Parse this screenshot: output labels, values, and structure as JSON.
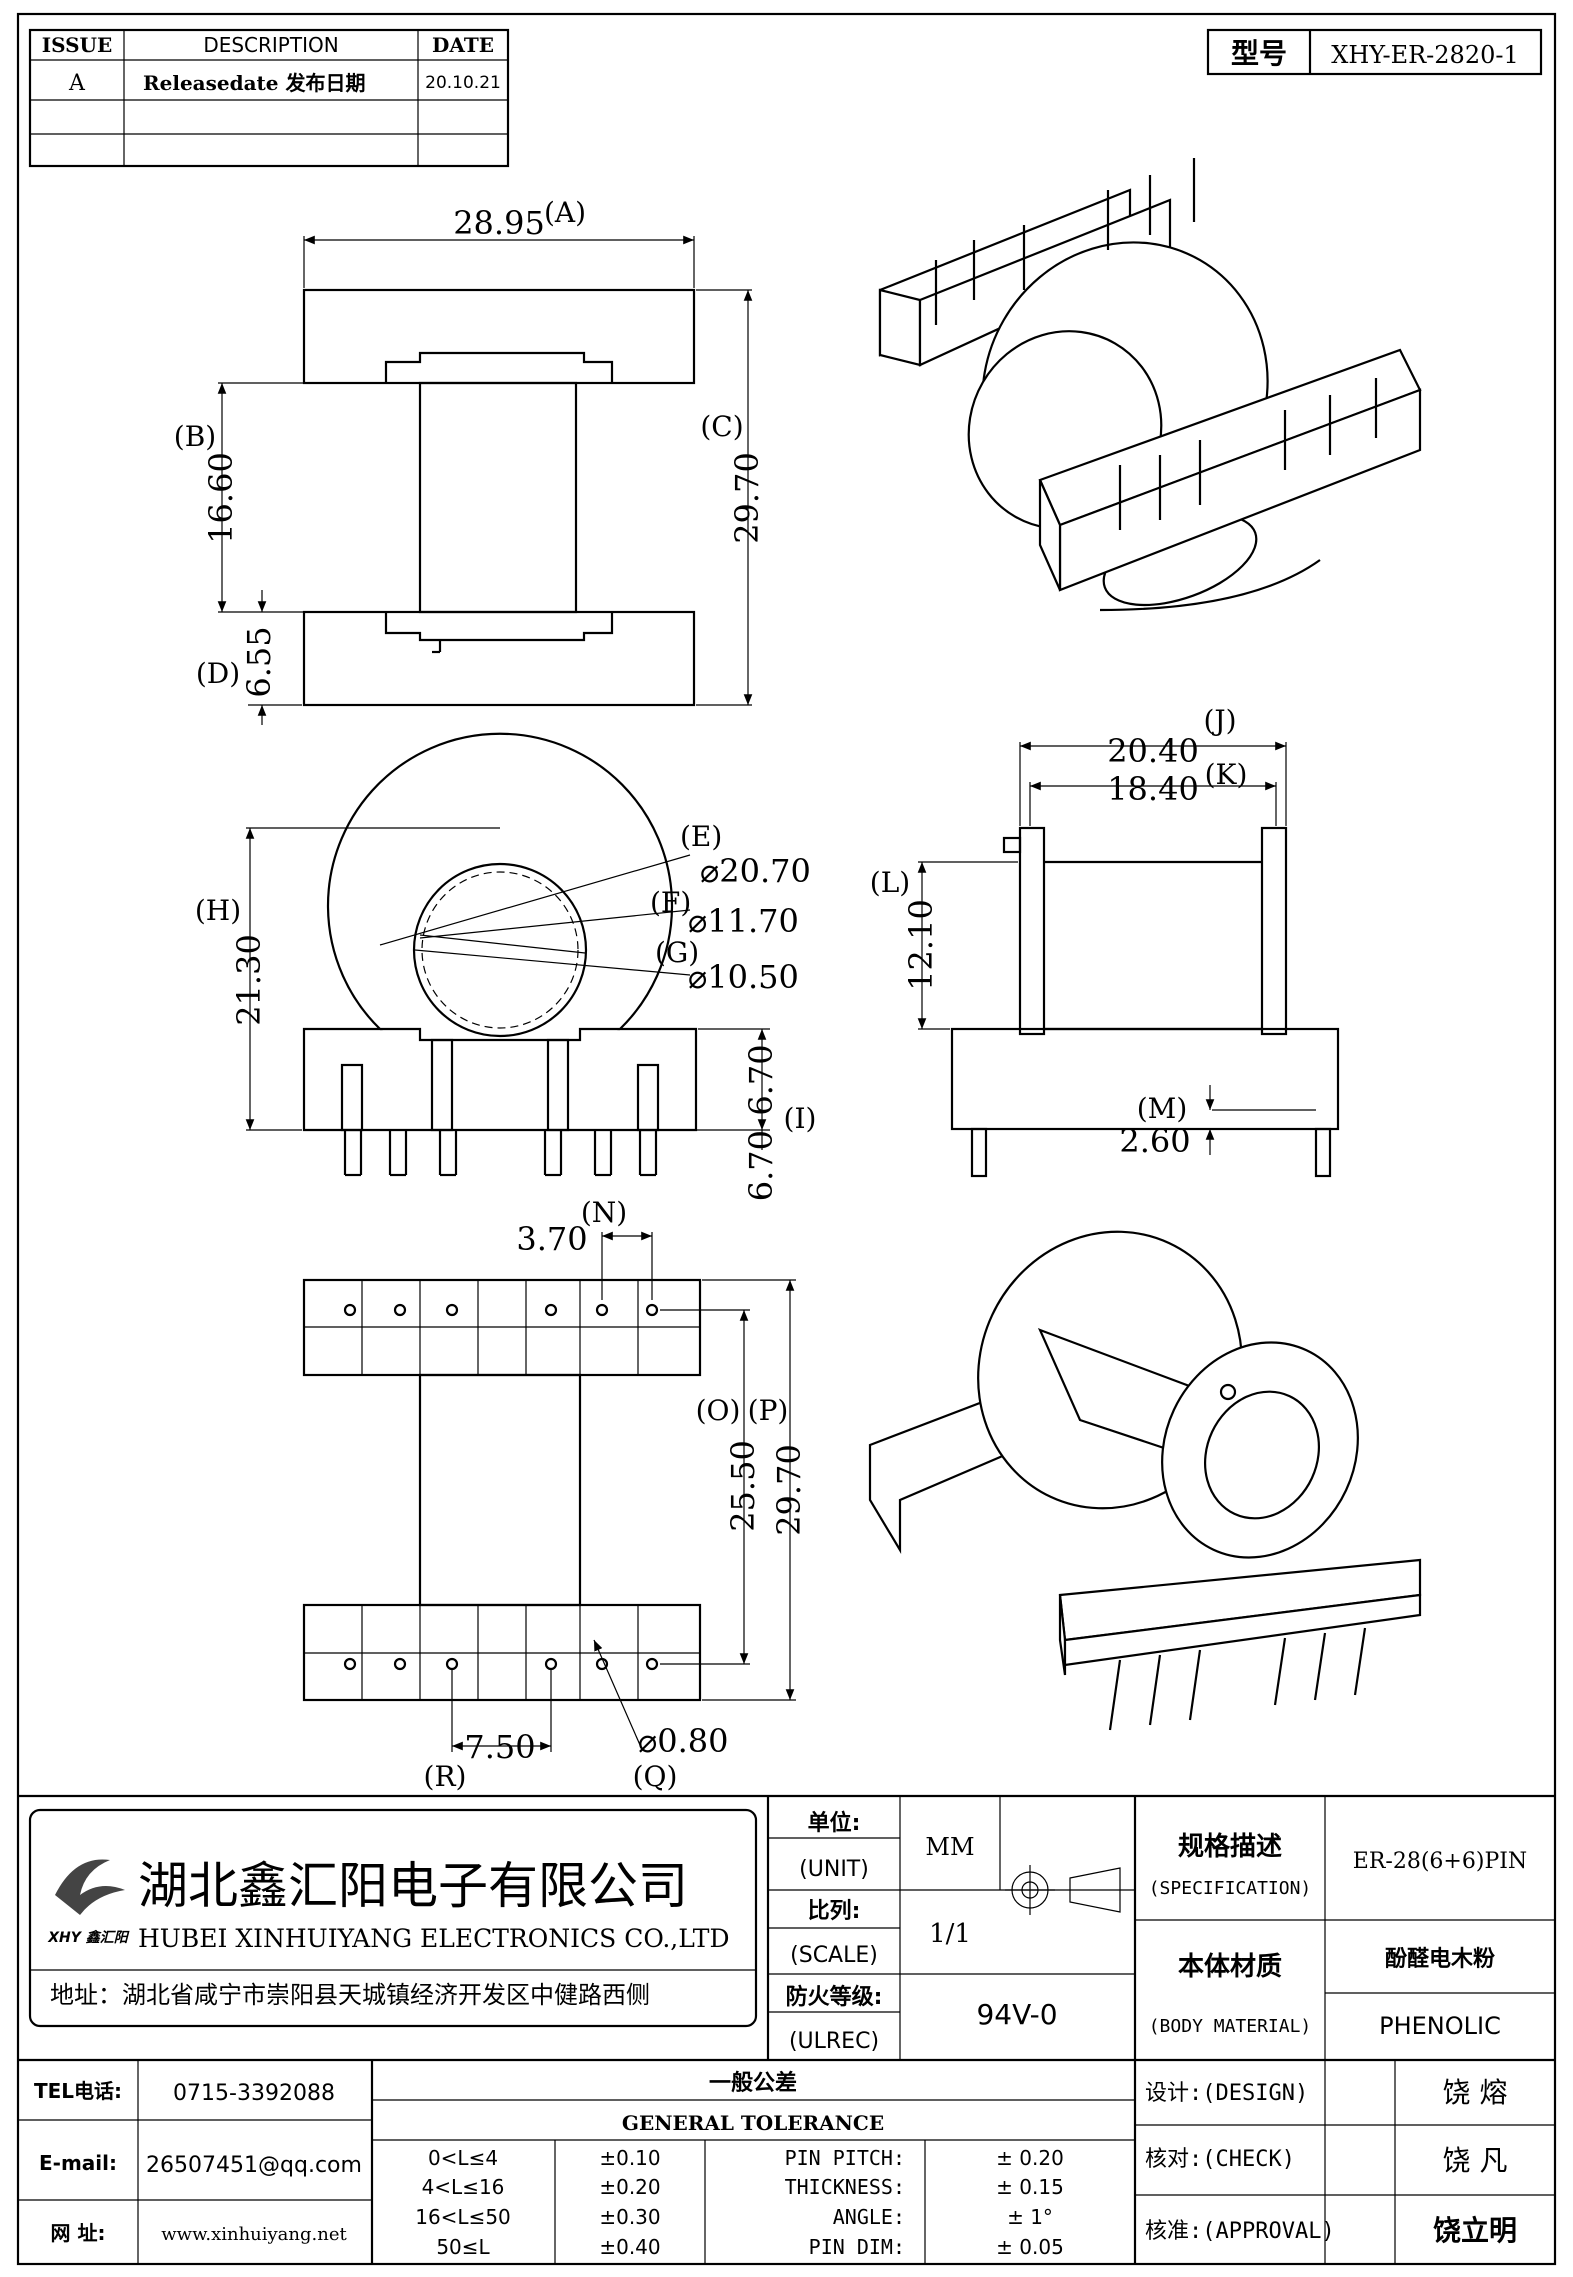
{
  "revision_table": {
    "headers": [
      "ISSUE",
      "DESCRIPTION",
      "DATE"
    ],
    "rows": [
      [
        "A",
        "Releasedate 发布日期",
        "20.10.21"
      ],
      [
        "",
        "",
        ""
      ],
      [
        "",
        "",
        ""
      ]
    ]
  },
  "model": {
    "label": "型号",
    "value": "XHY-ER-2820-1"
  },
  "top_view": {
    "A": {
      "letter": "(A)",
      "value": "28.95"
    },
    "B": {
      "letter": "(B)",
      "value": "16.60"
    },
    "C": {
      "letter": "(C)",
      "value": "29.70"
    },
    "D": {
      "letter": "(D)",
      "value": "6.55"
    }
  },
  "side_view": {
    "E": {
      "letter": "(E)",
      "value": "⌀20.70"
    },
    "F": {
      "letter": "(F)",
      "value": "⌀11.70"
    },
    "G": {
      "letter": "(G)",
      "value": "⌀10.50"
    },
    "H": {
      "letter": "(H)",
      "value": "21.30"
    },
    "I": {
      "letter": "(I)",
      "value": "6.70"
    }
  },
  "front_view": {
    "J": {
      "letter": "(J)",
      "value": "20.40"
    },
    "K": {
      "letter": "(K)",
      "value": "18.40"
    },
    "L": {
      "letter": "(L)",
      "value": "12.10"
    },
    "M": {
      "letter": "(M)",
      "value": "2.60"
    }
  },
  "bottom_view": {
    "N": {
      "letter": "(N)",
      "value": "3.70"
    },
    "O": {
      "letter": "(O)",
      "value": "25.50"
    },
    "P": {
      "letter": "(P)",
      "value": "29.70"
    },
    "Q": {
      "letter": "(Q)",
      "value": "⌀0.80"
    },
    "R": {
      "letter": "(R)",
      "value": "7.50"
    }
  },
  "company": {
    "logo_text": "XHY 鑫汇阳",
    "name_cn": "湖北鑫汇阳电子有限公司",
    "name_en": "HUBEI XINHUIYANG ELECTRONICS CO.,LTD",
    "address": "地址：湖北省咸宁市崇阳县天城镇经济开发区中健路西侧"
  },
  "title_block": {
    "unit_label_cn": "单位:",
    "unit_label_en": "(UNIT)",
    "unit_value": "MM",
    "scale_label_cn": "比列:",
    "scale_label_en": "(SCALE)",
    "scale_value": "1/1",
    "ulrec_label_cn": "防火等级:",
    "ulrec_label_en": "(ULREC)",
    "ulrec_value": "94V-0",
    "spec_label_cn": "规格描述",
    "spec_label_en": "(SPECIFICATION)",
    "spec_value": "ER-28(6+6)PIN",
    "material_label_cn": "本体材质",
    "material_label_en": "(BODY MATERIAL)",
    "material_value_cn": "酚醛电木粉",
    "material_value_en": "PHENOLIC"
  },
  "contact": {
    "tel_label": "TEL电话:",
    "tel": "0715-3392088",
    "email_label": "E-mail:",
    "email": "26507451@qq.com",
    "web_label": "网  址:",
    "web": "www.xinhuiyang.net"
  },
  "tolerance": {
    "title_cn": "一般公差",
    "title_en": "GENERAL TOLERANCE",
    "ranges": [
      {
        "range": "0<L≤4",
        "tol": "±0.10"
      },
      {
        "range": "4<L≤16",
        "tol": "±0.20"
      },
      {
        "range": "16<L≤50",
        "tol": "±0.30"
      },
      {
        "range": "50≤L",
        "tol": "±0.40"
      }
    ],
    "others": [
      {
        "label": "PIN PITCH:",
        "value": "±  0.20"
      },
      {
        "label": "THICKNESS:",
        "value": "±  0.15"
      },
      {
        "label": "ANGLE:",
        "value": "±  1°"
      },
      {
        "label": "PIN DIM:",
        "value": "±  0.05"
      }
    ]
  },
  "approvals": [
    {
      "label": "设计:(DESIGN)",
      "name": "饶  熔"
    },
    {
      "label": "核对:(CHECK)",
      "name": "饶  凡"
    },
    {
      "label": "核准:(APPROVAL)",
      "name": "饶立明"
    }
  ]
}
